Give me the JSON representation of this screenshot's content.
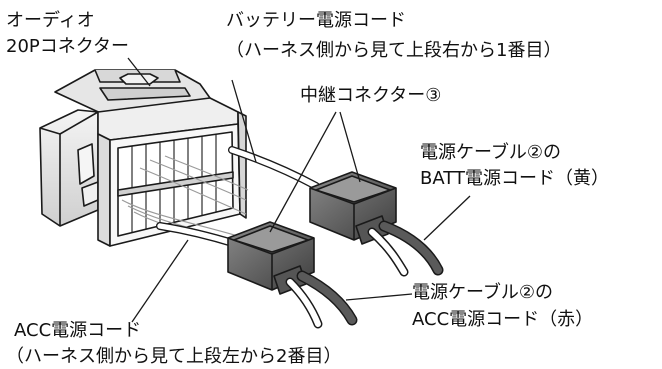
{
  "labels": {
    "audio_connector": [
      "オーディオ",
      "20Pコネクター"
    ],
    "battery_cord": [
      "バッテリー電源コード",
      "（ハーネス側から見て上段右から1番目）"
    ],
    "relay_connector": "中継コネクター③",
    "batt_cable": [
      "電源ケーブル②の",
      "BATT電源コード（黄）"
    ],
    "acc_cable": [
      "電源ケーブル②の",
      "ACC電源コード（赤）"
    ],
    "acc_cord": [
      "ACC電源コード",
      "（ハーネス側から見て上段左から2番目）"
    ]
  }
}
